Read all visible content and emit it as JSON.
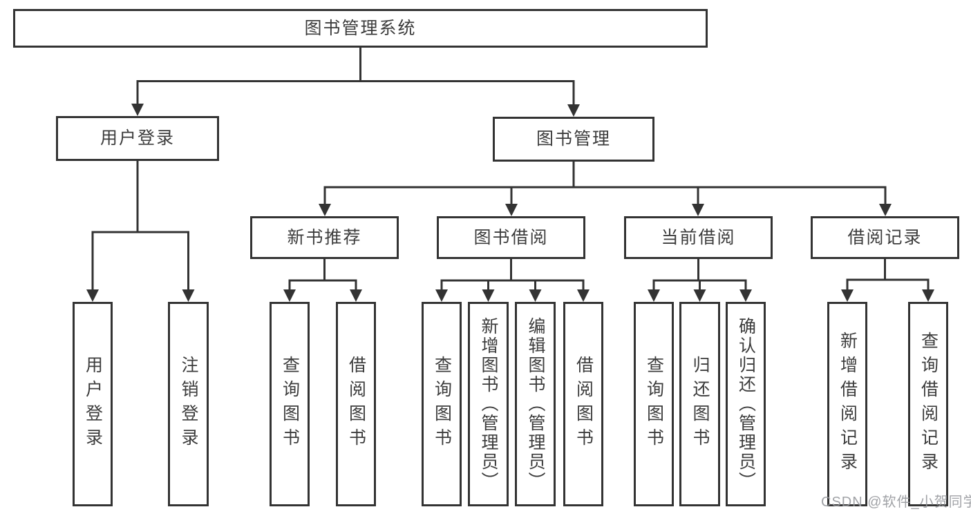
{
  "styles": {
    "line_color": "#333333",
    "box_border_color": "#333333",
    "text_color": "#3c3c3c",
    "background_color": "#ffffff",
    "watermark_color": "#96989c"
  },
  "tree": {
    "root": {
      "label": "图书管理系统"
    },
    "branches": [
      {
        "label": "用户登录",
        "children": [
          {
            "label": "用户登录"
          },
          {
            "label": "注销登录"
          }
        ]
      },
      {
        "label": "图书管理",
        "children": [
          {
            "label": "新书推荐",
            "children": [
              {
                "label": "查询图书"
              },
              {
                "label": "借阅图书"
              }
            ]
          },
          {
            "label": "图书借阅",
            "children": [
              {
                "label": "查询图书"
              },
              {
                "label": "新增图书（管理员）"
              },
              {
                "label": "编辑图书（管理员）"
              },
              {
                "label": "借阅图书"
              }
            ]
          },
          {
            "label": "当前借阅",
            "children": [
              {
                "label": "查询图书"
              },
              {
                "label": "归还图书"
              },
              {
                "label": "确认归还（管理员）"
              }
            ]
          },
          {
            "label": "借阅记录",
            "children": [
              {
                "label": "新增借阅记录"
              },
              {
                "label": "查询借阅记录"
              }
            ]
          }
        ]
      }
    ]
  },
  "watermark": {
    "text": "CSDN @软件_小贺同学"
  }
}
